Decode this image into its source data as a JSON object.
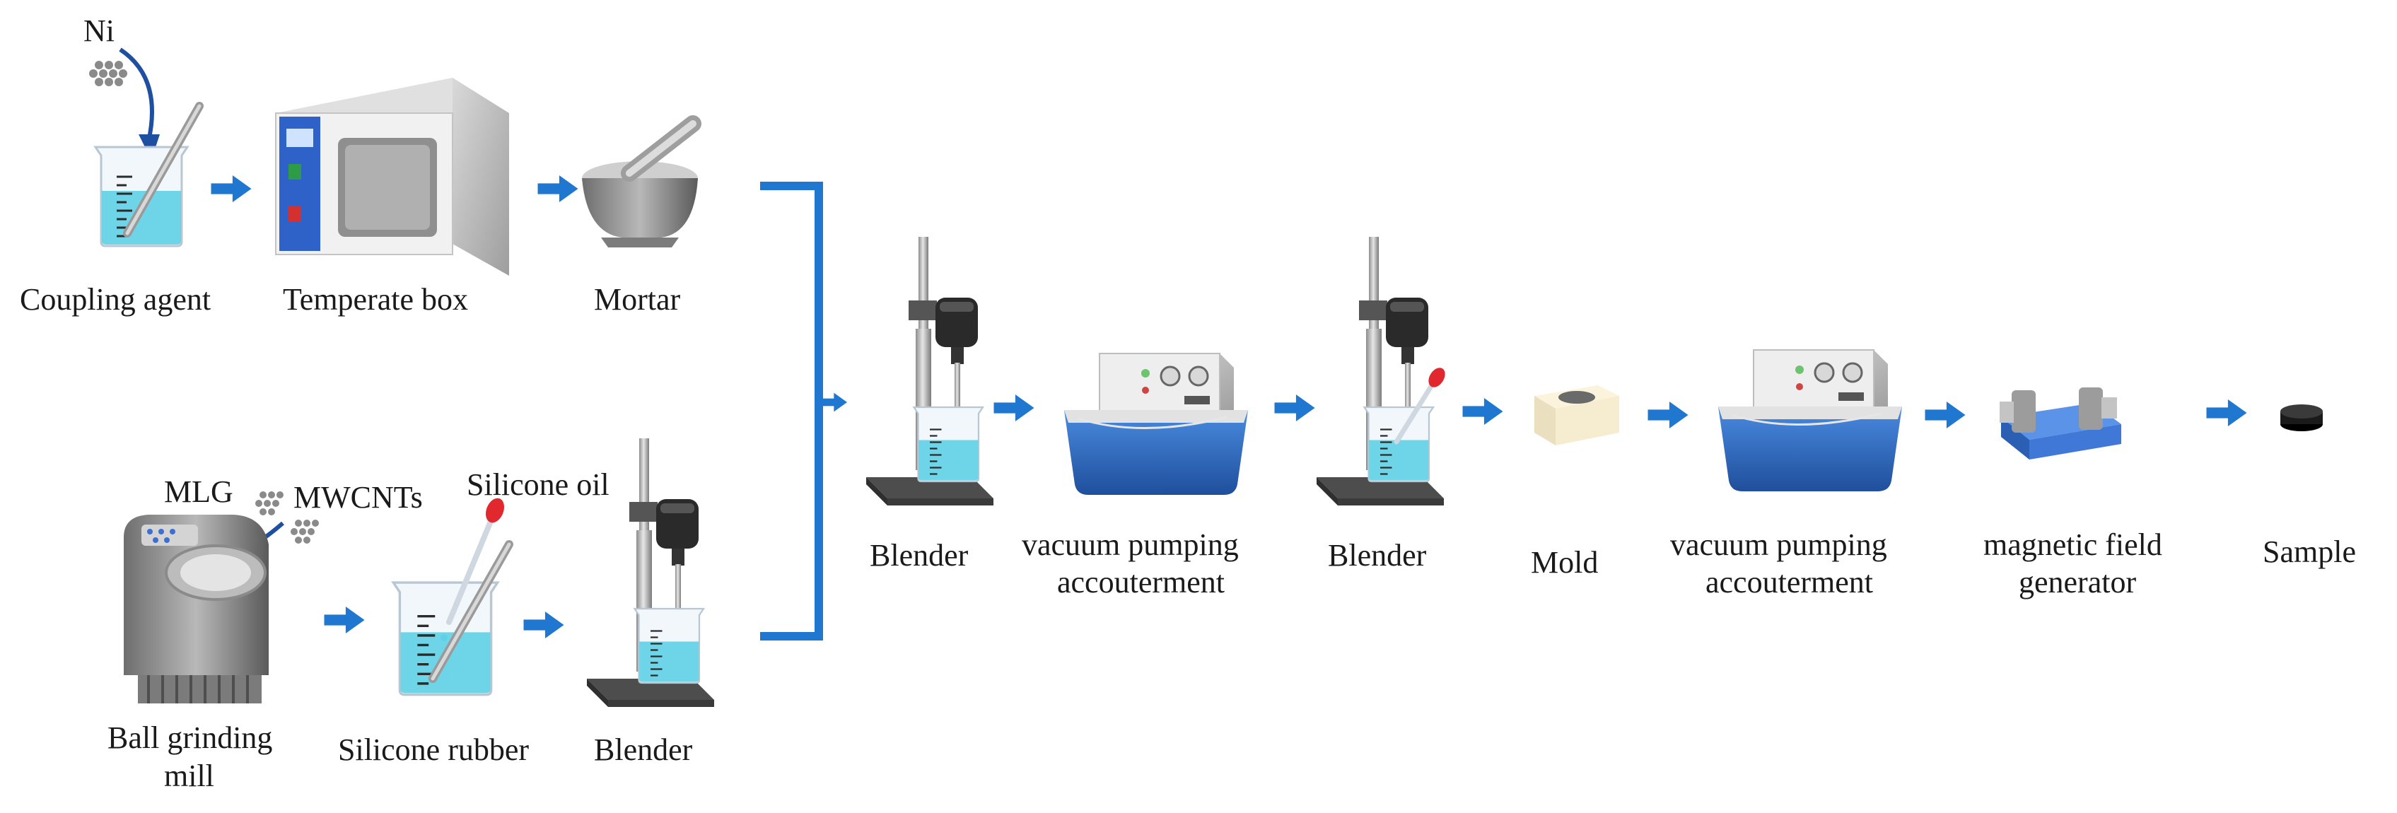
{
  "labels": {
    "ni": "Ni",
    "coupling_agent": "Coupling agent",
    "temperate_box": "Temperate box",
    "mortar": "Mortar",
    "mlg": "MLG",
    "mwcnts": "MWCNTs",
    "silicone_oil": "Silicone oil",
    "ball_mill_line1": "Ball grinding",
    "ball_mill_line2": "mill",
    "silicone_rubber": "Silicone rubber",
    "blender_bottom": "Blender",
    "blender_1": "Blender",
    "vacuum_1_line1": "vacuum pumping",
    "vacuum_1_line2": "accouterment",
    "blender_2": "Blender",
    "mold": "Mold",
    "vacuum_2_line1": "vacuum pumping",
    "vacuum_2_line2": "accouterment",
    "magnetic_line1": "magnetic field",
    "magnetic_line2": "generator",
    "sample": "Sample"
  },
  "colors": {
    "arrow": "#1f77d0",
    "liquid": "#5fd0e6",
    "tank_blue": "#2f6fc4",
    "device_gray": "#c9c9c9",
    "red_tip": "#e0282e"
  }
}
